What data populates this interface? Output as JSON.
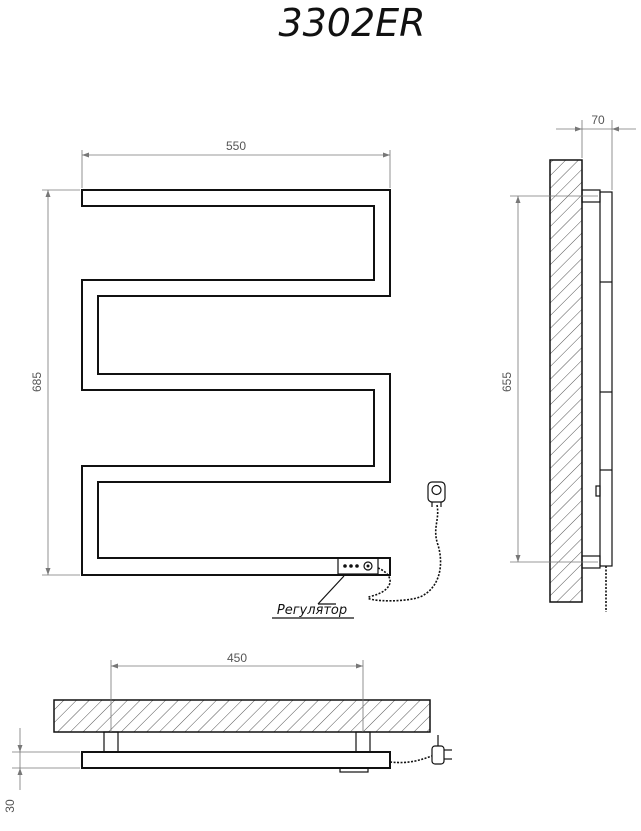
{
  "title": "3302ER",
  "dimensions": {
    "width_front": "550",
    "height_front": "685",
    "depth_side": "70",
    "height_side": "655",
    "width_bottom": "450",
    "thickness_bottom": "30"
  },
  "labels": {
    "regulator": "Регулятор"
  },
  "colors": {
    "line": "#111111",
    "dimension": "#777777",
    "hatch": "#555555"
  }
}
